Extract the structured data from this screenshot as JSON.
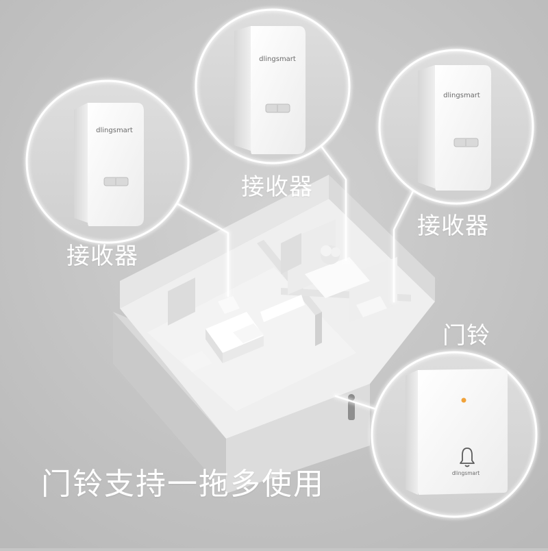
{
  "receivers": [
    {
      "label": "接收器",
      "brand": "dlingsmart"
    },
    {
      "label": "接收器",
      "brand": "dlingsmart"
    },
    {
      "label": "接收器",
      "brand": "dlingsmart"
    }
  ],
  "doorbell": {
    "label": "门铃",
    "brand": "dlingsmart",
    "icon": "bell-icon"
  },
  "tagline": "门铃支持一拖多使用",
  "colors": {
    "background": "#c6c6c6",
    "text": "#ffffff",
    "device": "#ffffff"
  }
}
